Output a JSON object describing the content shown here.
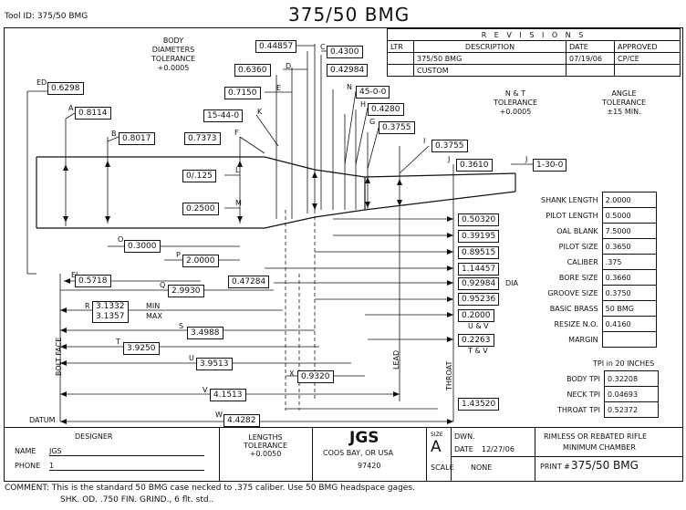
{
  "header": {
    "tool_id": "Tool ID: 375/50 BMG",
    "title": "375/50 BMG"
  },
  "revisions": {
    "heading": "R E V I S I O N S",
    "columns": [
      "LTR",
      "DESCRIPTION",
      "DATE",
      "APPROVED"
    ],
    "rows": [
      {
        "ltr": "",
        "description": "375/50 BMG",
        "date": "07/19/06",
        "approved": "CP/CE"
      },
      {
        "ltr": "",
        "description": "CUSTOM",
        "date": "",
        "approved": ""
      }
    ]
  },
  "notes": {
    "body_diam_tol": [
      "BODY",
      "DIAMETERS",
      "TOLERANCE",
      "+0.0005"
    ],
    "nt_tol": [
      "N & T",
      "TOLERANCE",
      "+0.0005"
    ],
    "angle_tol": [
      "ANGLE",
      "TOLERANCE",
      "±15 MIN."
    ],
    "lengths_tol": [
      "LENGTHS",
      "TOLERANCE",
      "+0.0050"
    ],
    "bolt_face": "BOLT FACE",
    "datum": "DATUM",
    "lead": "LEAD",
    "throat": "THROAT",
    "dia": "DIA",
    "uv": "U & V",
    "tv": "T & V",
    "min": "MIN",
    "max": "MAX"
  },
  "dimensions": {
    "C": "0.44857",
    "C2": "0.4300",
    "D": "0.6360",
    "D2": "0.42984",
    "E": "0.7150",
    "K": "15-44-0",
    "N": "45-0-0",
    "H": "0.4280",
    "ED": "0.6298",
    "A": "0.8114",
    "B": "0.8017",
    "F": "0.7373",
    "G": "0.3755",
    "I": "0.3755",
    "J": "0.3610",
    "Jang": "1-30-0",
    "L": "0/.125",
    "M": "0.2500",
    "O": "0.3000",
    "P": "2.0000",
    "EL": "0.5718",
    "Q": "2.9930",
    "Q2": "0.47284",
    "R_min": "3.1332",
    "R_max": "3.1357",
    "S": "3.4988",
    "T": "3.9250",
    "U": "3.9513",
    "X": "0.9320",
    "V": "4.1513",
    "W": "4.4282"
  },
  "right_values": [
    "0.50320",
    "0.39195",
    "0.89515",
    "1.14457",
    "0.92984",
    "0.95236",
    "0.2000",
    "0.2263",
    "1.43520"
  ],
  "specs": [
    {
      "label": "SHANK LENGTH",
      "value": "2.0000"
    },
    {
      "label": "PILOT LENGTH",
      "value": "0.5000"
    },
    {
      "label": "OAL BLANK",
      "value": "7.5000"
    },
    {
      "label": "PILOT SIZE",
      "value": "0.3650"
    },
    {
      "label": "CALIBER",
      "value": ".375"
    },
    {
      "label": "BORE SIZE",
      "value": "0.3660"
    },
    {
      "label": "GROOVE SIZE",
      "value": "0.3750"
    },
    {
      "label": "BASIC BRASS",
      "value": "50 BMG"
    },
    {
      "label": "RESIZE N.O.",
      "value": "0.4160"
    },
    {
      "label": "MARGIN",
      "value": ""
    }
  ],
  "tpi": {
    "heading": "TPI in 20 INCHES",
    "rows": [
      {
        "label": "BODY TPI",
        "value": "0.32208"
      },
      {
        "label": "NECK TPI",
        "value": "0.04693"
      },
      {
        "label": "THROAT TPI",
        "value": "0.52372"
      }
    ]
  },
  "title_block": {
    "designer_label": "DESIGNER",
    "name_label": "NAME",
    "name_value": "JGS",
    "phone_label": "PHONE",
    "phone_value": "1",
    "company": "JGS",
    "location": "COOS BAY, OR USA",
    "zip": "97420",
    "size_label": "SIZE",
    "size_value": "A",
    "dwn_label": "DWN.",
    "date_label": "DATE",
    "date_value": "12/27/06",
    "scale_label": "SCALE",
    "scale_value": "NONE",
    "desc1": "RIMLESS OR REBATED RIFLE",
    "desc2": "MINIMUM CHAMBER",
    "print_label": "PRINT #",
    "print_value": "375/50 BMG"
  },
  "comment": {
    "line1": "COMMENT: This is the standard 50 BMG case necked to .375 caliber. Use 50 BMG headspace gages.",
    "line2": "SHK. OD.  .750 FIN. GRIND., 6 flt. std.."
  }
}
